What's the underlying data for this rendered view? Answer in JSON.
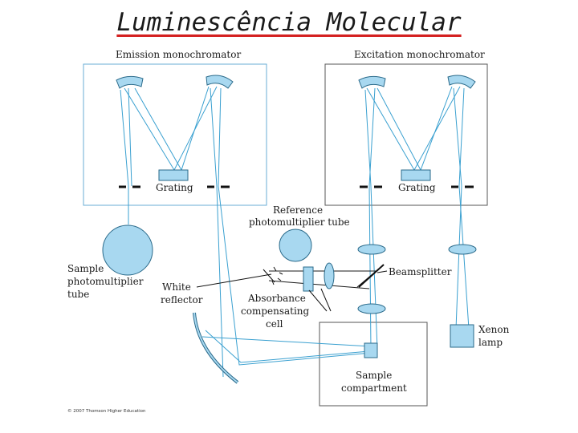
{
  "title": "Luminescência Molecular",
  "labels": {
    "emission_mono": "Emission monochromator",
    "excitation_mono": "Excitation monochromator",
    "grating_left": "Grating",
    "grating_right": "Grating",
    "reference_pmt_1": "Reference",
    "reference_pmt_2": "photomultiplier tube",
    "sample_pmt_1": "Sample",
    "sample_pmt_2": "photomultiplier",
    "sample_pmt_3": "tube",
    "white_reflector_1": "White",
    "white_reflector_2": "reflector",
    "beamsplitter": "Beamsplitter",
    "absorbance_1": "Absorbance",
    "absorbance_2": "compensating",
    "absorbance_3": "cell",
    "xenon_1": "Xenon",
    "xenon_2": "lamp",
    "sample_comp_1": "Sample",
    "sample_comp_2": "compartment",
    "copyright": "© 2007 Thomson Higher Education"
  },
  "colors": {
    "component_fill": "#a8d8f0",
    "component_stroke": "#2a6a8a",
    "beam": "#3aa0d0",
    "box_stroke": "#555555",
    "title_underline": "#d42020"
  }
}
